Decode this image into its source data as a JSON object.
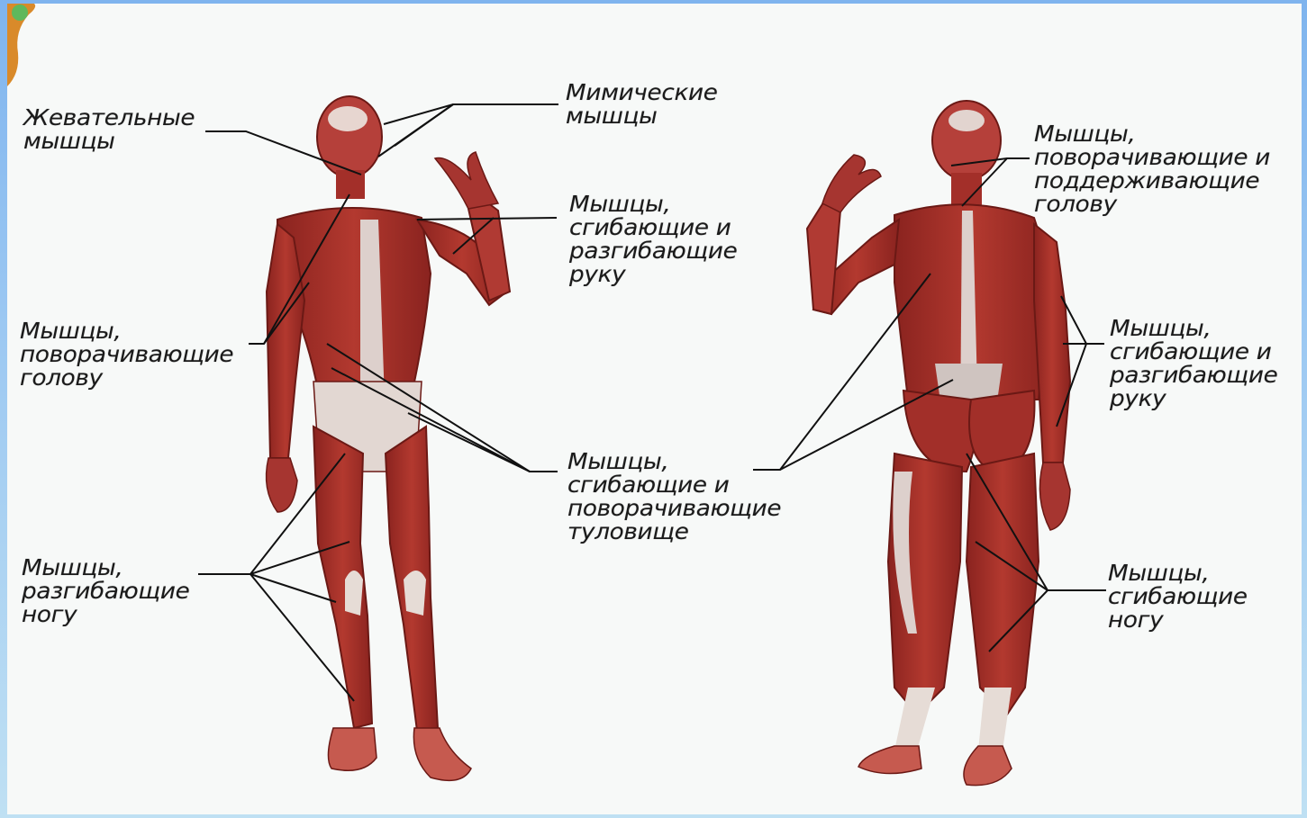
{
  "labels": {
    "chewing": [
      "Жевательные",
      "мышцы"
    ],
    "mimic": [
      "Мимические",
      "мышцы"
    ],
    "arm_front": [
      "Мышцы,",
      "сгибающие  и",
      "разгибающие",
      "руку"
    ],
    "head_turn_front": [
      "Мышцы,",
      "поворачивающие",
      "голову"
    ],
    "trunk": [
      "Мышцы,",
      "сгибающие  и",
      "поворачивающие",
      "туловище"
    ],
    "leg_extend": [
      "Мышцы,",
      "разгибающие",
      "ногу"
    ],
    "head_back": [
      "Мышцы,",
      "поворачивающие  и",
      "поддерживающие",
      "голову"
    ],
    "arm_back": [
      "Мышцы,",
      "сгибающие  и",
      "разгибающие",
      "руку"
    ],
    "leg_flex": [
      "Мышцы,",
      "сгибающие",
      "ногу"
    ]
  },
  "colors": {
    "muscle": "#a8302a",
    "muscle_dark": "#7e1d19",
    "muscle_light": "#c9574d",
    "tendon": "#e6dcd6",
    "line": "#111111",
    "background": "#f7f9f8",
    "frame": "#8fbcee"
  }
}
